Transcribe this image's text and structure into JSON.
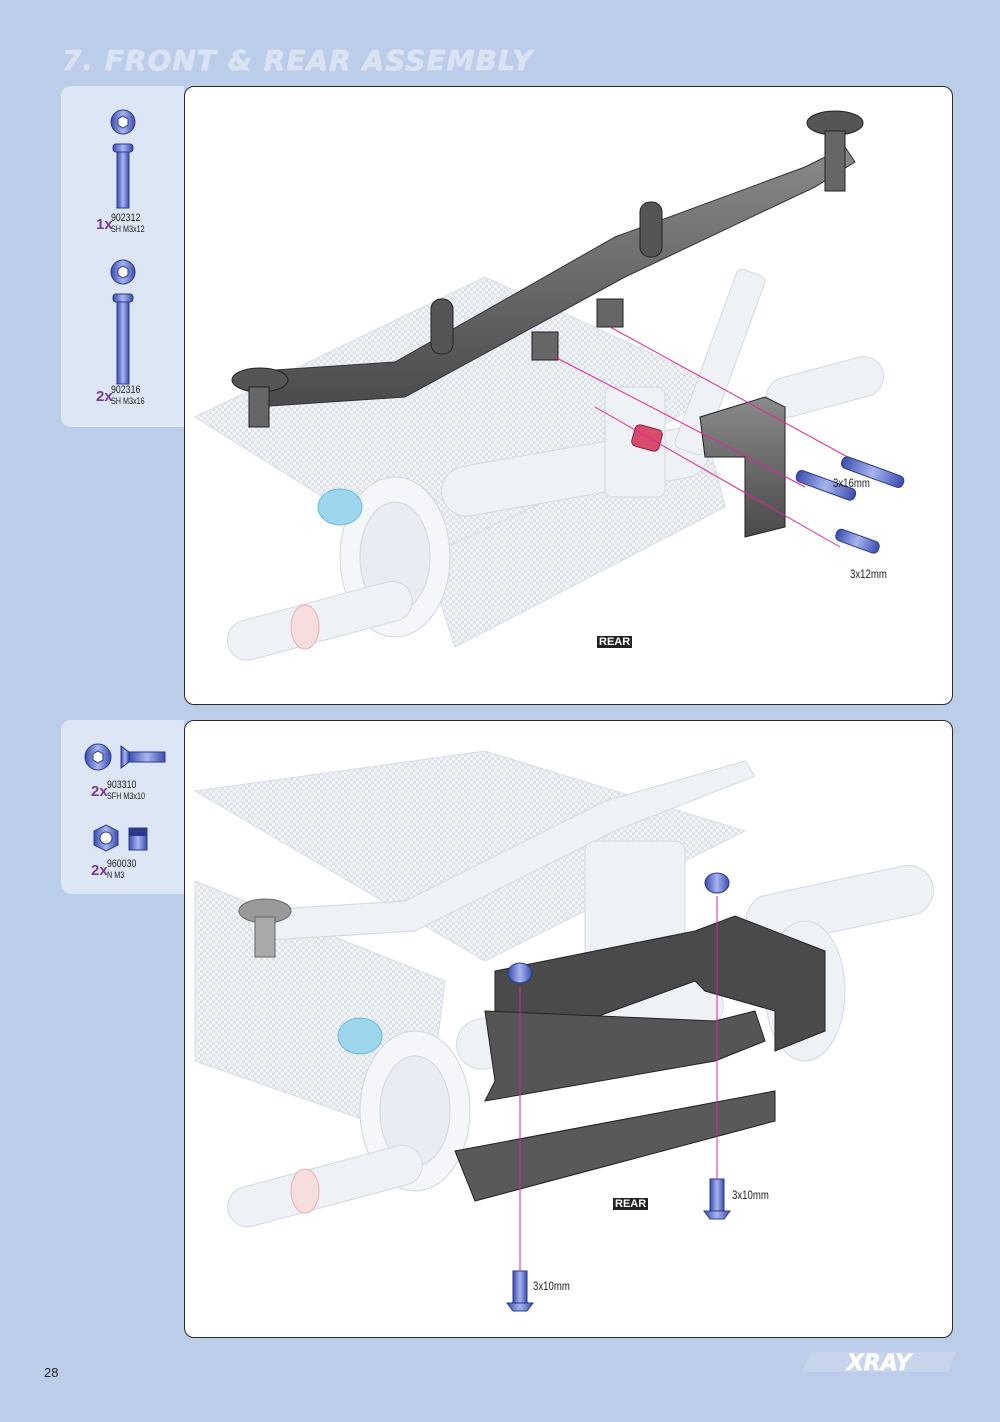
{
  "header": {
    "title": "7. FRONT & REAR ASSEMBLY"
  },
  "step1": {
    "parts": [
      {
        "qty": "1x",
        "code": "902312",
        "desc": "SH M3x12"
      },
      {
        "qty": "2x",
        "code": "902316",
        "desc": "SH M3x16"
      }
    ],
    "labels": {
      "screw_long": "3x16mm",
      "screw_short": "3x12mm",
      "orientation": "REAR"
    }
  },
  "step2": {
    "parts": [
      {
        "qty": "2x",
        "code": "903310",
        "desc": "SFH M3x10"
      },
      {
        "qty": "2x",
        "code": "960030",
        "desc": "N M3"
      }
    ],
    "labels": {
      "screw_right": "3x10mm",
      "screw_bottom": "3x10mm",
      "orientation": "REAR"
    }
  },
  "footer": {
    "page_number": "28",
    "brand": "XRAY"
  },
  "colors": {
    "background": "#bccde9",
    "accent_purple": "#7a3a93",
    "screw_blue": "#5a6fd0",
    "guide_magenta": "#e0269a"
  }
}
